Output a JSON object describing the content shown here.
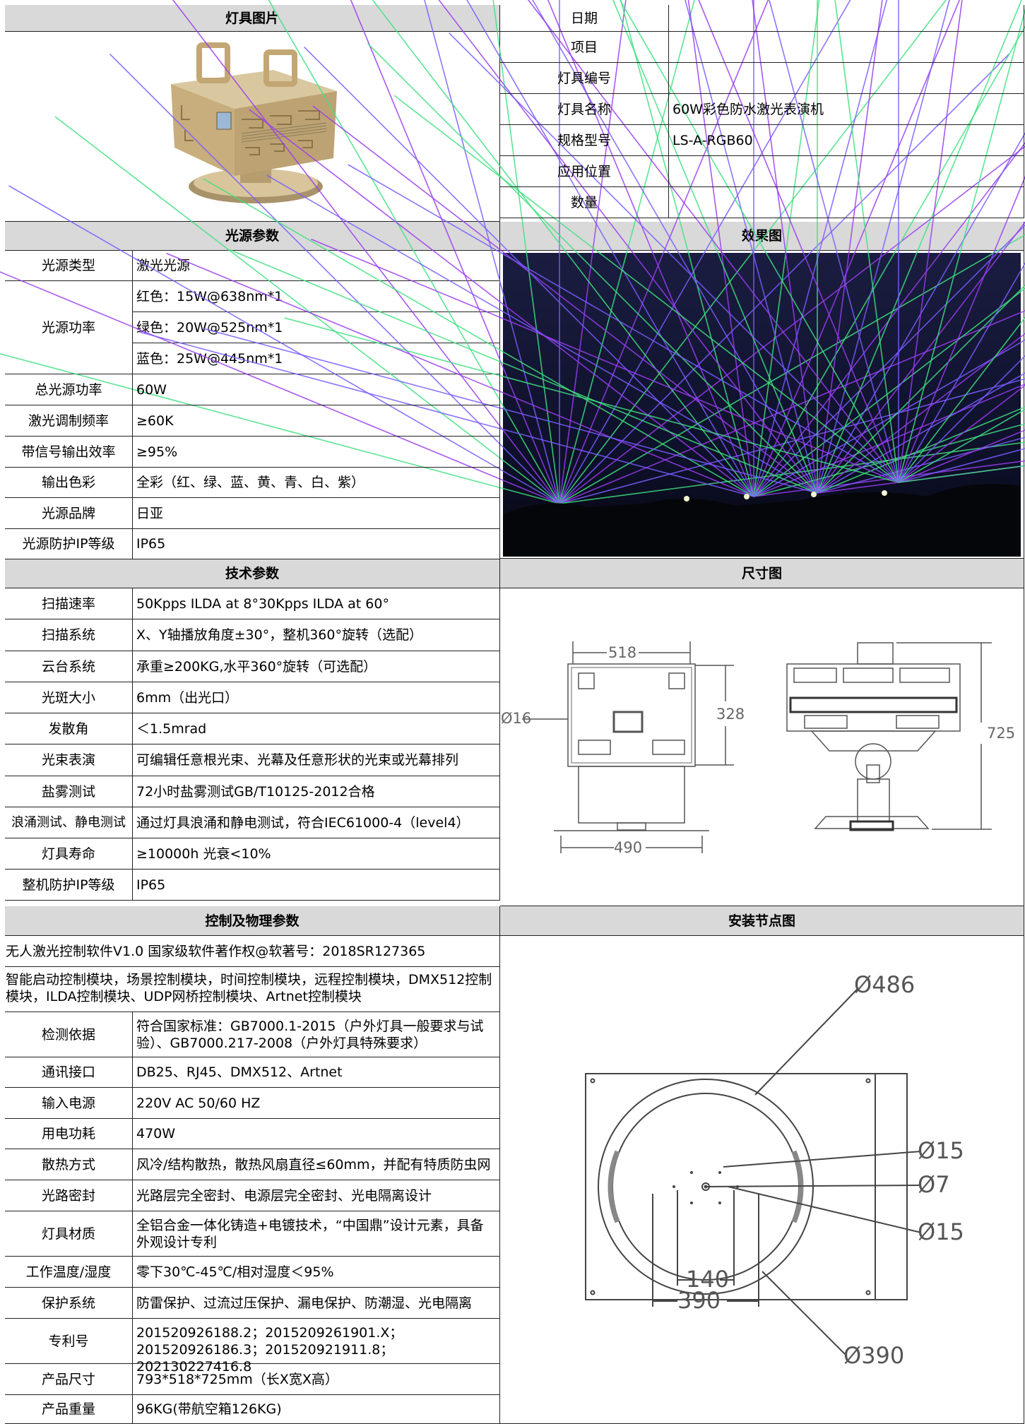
{
  "headers": {
    "fixture_photo": "灯具图片",
    "light_source_params": "光源参数",
    "effect_image": "效果图",
    "tech_params": "技术参数",
    "dimension_drawing": "尺寸图",
    "control_physical_params": "控制及物理参数",
    "install_node_drawing": "安装节点图"
  },
  "info": [
    {
      "label": "日期",
      "value": ""
    },
    {
      "label": "项目",
      "value": ""
    },
    {
      "label": "灯具编号",
      "value": ""
    },
    {
      "label": "灯具名称",
      "value": "60W彩色防水激光表演机"
    },
    {
      "label": "规格型号",
      "value": "LS-A-RGB60"
    },
    {
      "label": "应用位置",
      "value": ""
    },
    {
      "label": "数量",
      "value": ""
    }
  ],
  "light_source": {
    "type_label": "光源类型",
    "type_value": "激光光源",
    "power_label": "光源功率",
    "power_values": [
      "红色：15W@638nm*1",
      "绿色：20W@525nm*1",
      "蓝色：25W@445nm*1"
    ],
    "rows": [
      {
        "label": "总光源功率",
        "value": "60W"
      },
      {
        "label": "激光调制频率",
        "value": "≥60K"
      },
      {
        "label": "带信号输出效率",
        "value": "≥95%"
      },
      {
        "label": "输出色彩",
        "value": "全彩（红、绿、蓝、黄、青、白、紫）"
      },
      {
        "label": "光源品牌",
        "value": "日亚"
      },
      {
        "label": "光源防护IP等级",
        "value": "IP65"
      }
    ]
  },
  "tech": [
    {
      "label": "扫描速率",
      "value": "50Kpps ILDA at 8°30Kpps ILDA at 60°"
    },
    {
      "label": "扫描系统",
      "value": "X、Y轴播放角度±30°，整机360°旋转（选配）"
    },
    {
      "label": "云台系统",
      "value": "承重≥200KG,水平360°旋转（可选配）"
    },
    {
      "label": "光斑大小",
      "value": "6mm（出光口）"
    },
    {
      "label": "发散角",
      "value": "＜1.5mrad"
    },
    {
      "label": "光束表演",
      "value": "可编辑任意根光束、光幕及任意形状的光束或光幕排列"
    },
    {
      "label": "盐雾测试",
      "value": "72小时盐雾测试GB/T10125-2012合格"
    },
    {
      "label": "浪涌测试、静电测试",
      "value": "通过灯具浪涌和静电测试，符合IEC61000-4（level4）"
    },
    {
      "label": "灯具寿命",
      "value": "≥10000h 光衰<10%"
    },
    {
      "label": "整机防护IP等级",
      "value": "IP65"
    }
  ],
  "control": {
    "software": "无人激光控制软件V1.0  国家级软件著作权@软著号：2018SR127365",
    "modules": "智能启动控制模块，场景控制模块，时间控制模块，远程控制模块，DMX512控制模块，ILDA控制模块、UDP网桥控制模块、Artnet控制模块",
    "rows": [
      {
        "label": "检测依据",
        "value": "符合国家标准：GB7000.1-2015（户外灯具一般要求与试验）、GB7000.217-2008（户外灯具特殊要求）"
      },
      {
        "label": "通讯接口",
        "value": "DB25、RJ45、DMX512、Artnet"
      },
      {
        "label": "输入电源",
        "value": "220V AC 50/60 HZ"
      },
      {
        "label": "用电功耗",
        "value": "470W"
      },
      {
        "label": "散热方式",
        "value": "风冷/结构散热，散热风扇直径≤60mm，并配有特质防虫网"
      },
      {
        "label": "光路密封",
        "value": "光路层完全密封、电源层完全密封、光电隔离设计"
      },
      {
        "label": "灯具材质",
        "value": "全铝合金一体化铸造+电镀技术，“中国鼎”设计元素，具备外观设计专利"
      },
      {
        "label": "工作温度/湿度",
        "value": "零下30℃-45℃/相对湿度＜95%"
      },
      {
        "label": "保护系统",
        "value": "防雷保护、过流过压保护、漏电保护、防潮湿、光电隔离"
      },
      {
        "label": "专利号",
        "value": "201520926188.2；2015209261901.X；201520926186.3；201520921911.8；202130227416.8"
      },
      {
        "label": "产品尺寸",
        "value": "793*518*725mm（长X宽X高）"
      },
      {
        "label": "产品重量",
        "value": "96KG(带航空箱126KG)"
      }
    ]
  },
  "dimension_labels": {
    "width_top": "518",
    "height_side": "328",
    "width_bottom": "490",
    "hole_dia": "Ø16",
    "total_height": "725"
  },
  "install_labels": {
    "outer_dia": "Ø486",
    "hole_a": "Ø15",
    "center_hole": "Ø7",
    "hole_b": "Ø15",
    "inner_span": "140",
    "outer_span": "390",
    "plate_dia": "Ø390"
  },
  "colors": {
    "header_bg": "#d9d9d9",
    "border": "#222222",
    "laser_green": "#40e080",
    "laser_purple": "#9a3cf0",
    "fixture_gold": "#c9b07a"
  }
}
